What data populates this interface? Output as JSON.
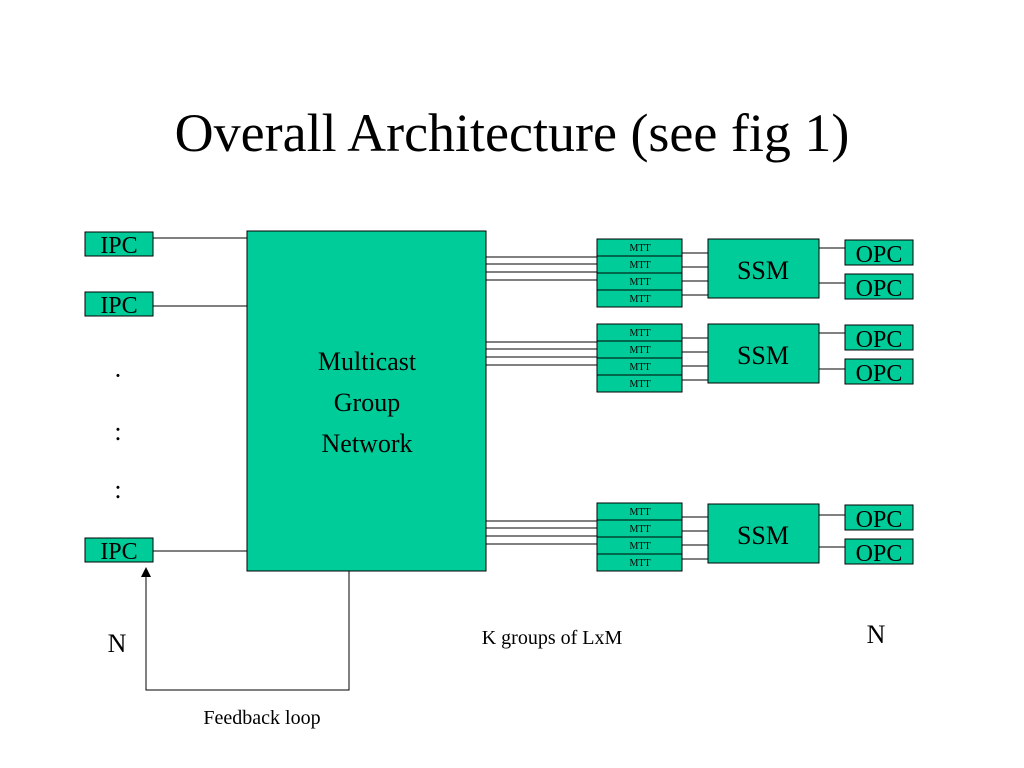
{
  "slide": {
    "title": "Overall Architecture (see fig 1)"
  },
  "colors": {
    "box_fill": "#00cc99",
    "line": "#000000",
    "background": "#ffffff"
  },
  "diagram": {
    "inputs": {
      "label": "IPC",
      "ellipsis": [
        "·",
        ":",
        ":"
      ],
      "count_label": "N"
    },
    "network": {
      "lines": [
        "Multicast",
        "Group",
        "Network"
      ]
    },
    "groups": [
      {
        "mtt_labels": [
          "MTT",
          "MTT",
          "MTT",
          "MTT"
        ],
        "ssm_label": "SSM",
        "opc_labels": [
          "OPC",
          "OPC"
        ]
      },
      {
        "mtt_labels": [
          "MTT",
          "MTT",
          "MTT",
          "MTT"
        ],
        "ssm_label": "SSM",
        "opc_labels": [
          "OPC",
          "OPC"
        ]
      },
      {
        "mtt_labels": [
          "MTT",
          "MTT",
          "MTT",
          "MTT"
        ],
        "ssm_label": "SSM",
        "opc_labels": [
          "OPC",
          "OPC"
        ]
      }
    ],
    "outputs": {
      "count_label": "N"
    },
    "groups_caption": "K groups of LxM",
    "feedback_label": "Feedback loop"
  }
}
